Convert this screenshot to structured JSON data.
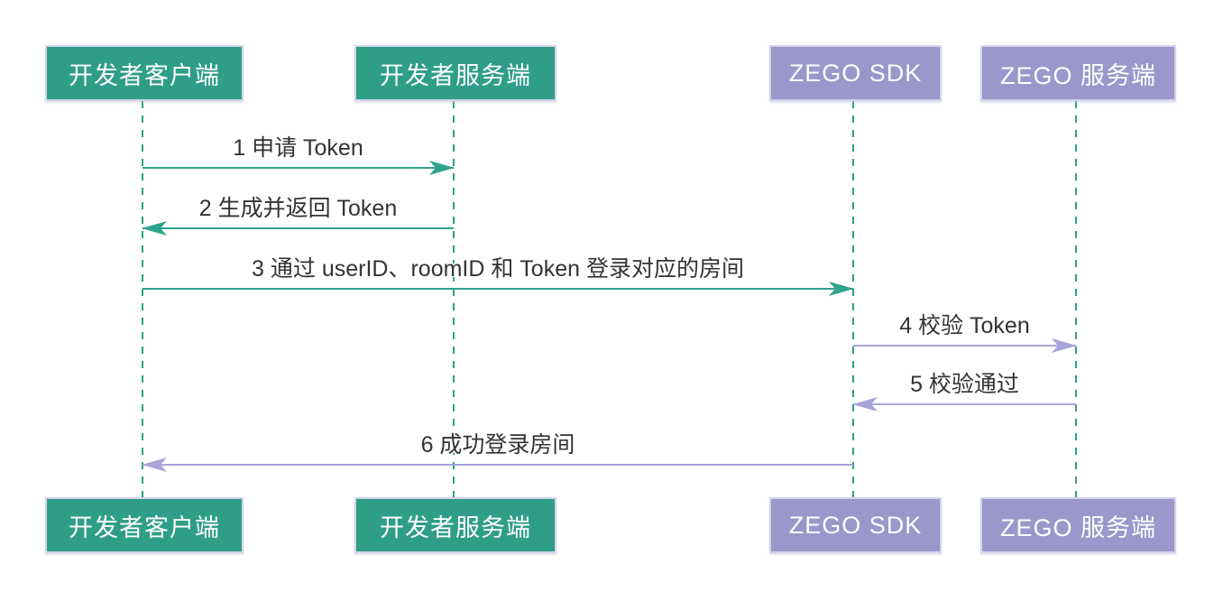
{
  "diagram": {
    "type": "sequence-diagram",
    "participants": [
      {
        "id": "dev-client",
        "label": "开发者客户端",
        "group": "developer"
      },
      {
        "id": "dev-server",
        "label": "开发者服务端",
        "group": "developer"
      },
      {
        "id": "zego-sdk",
        "label": "ZEGO SDK",
        "group": "zego"
      },
      {
        "id": "zego-server",
        "label": "ZEGO 服务端",
        "group": "zego"
      }
    ],
    "messages": [
      {
        "seq": 1,
        "label": "1 申请 Token",
        "from": "开发者客户端",
        "to": "开发者服务端",
        "direction": "right",
        "color": "green"
      },
      {
        "seq": 2,
        "label": "2 生成并返回 Token",
        "from": "开发者服务端",
        "to": "开发者客户端",
        "direction": "left",
        "color": "green"
      },
      {
        "seq": 3,
        "label": "3 通过 userID、roomID 和 Token 登录对应的房间",
        "from": "开发者客户端",
        "to": "ZEGO SDK",
        "direction": "right",
        "color": "green"
      },
      {
        "seq": 4,
        "label": "4 校验 Token",
        "from": "ZEGO SDK",
        "to": "ZEGO 服务端",
        "direction": "right",
        "color": "purple"
      },
      {
        "seq": 5,
        "label": "5 校验通过",
        "from": "ZEGO 服务端",
        "to": "ZEGO SDK",
        "direction": "left",
        "color": "purple"
      },
      {
        "seq": 6,
        "label": "6 成功登录房间",
        "from": "ZEGO SDK",
        "to": "开发者客户端",
        "direction": "left",
        "color": "purple"
      }
    ],
    "colors": {
      "developer_box": "#2F9E88",
      "zego_box": "#9B97CB",
      "green_line": "#2FA38C",
      "purple_line": "#A8A4D8",
      "lifeline": "#2AA187",
      "box_border": "#D3D3EA",
      "box_text": "#FFFFFF",
      "message_text": "#333333"
    }
  }
}
